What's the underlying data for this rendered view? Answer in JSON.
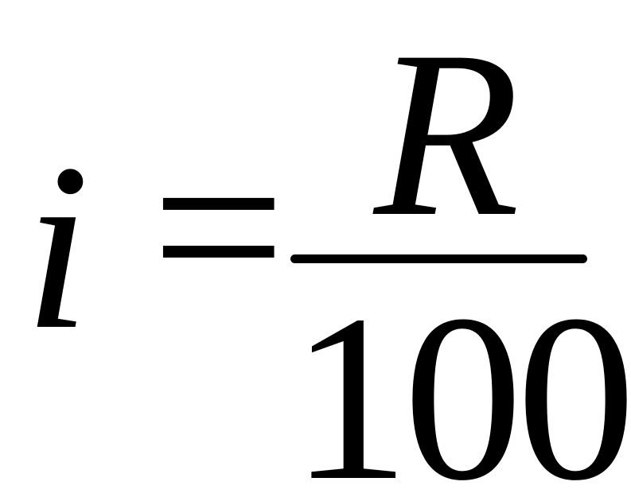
{
  "formula": {
    "lhs": "i",
    "operator": "=",
    "numerator": "R",
    "denominator": "100"
  }
}
